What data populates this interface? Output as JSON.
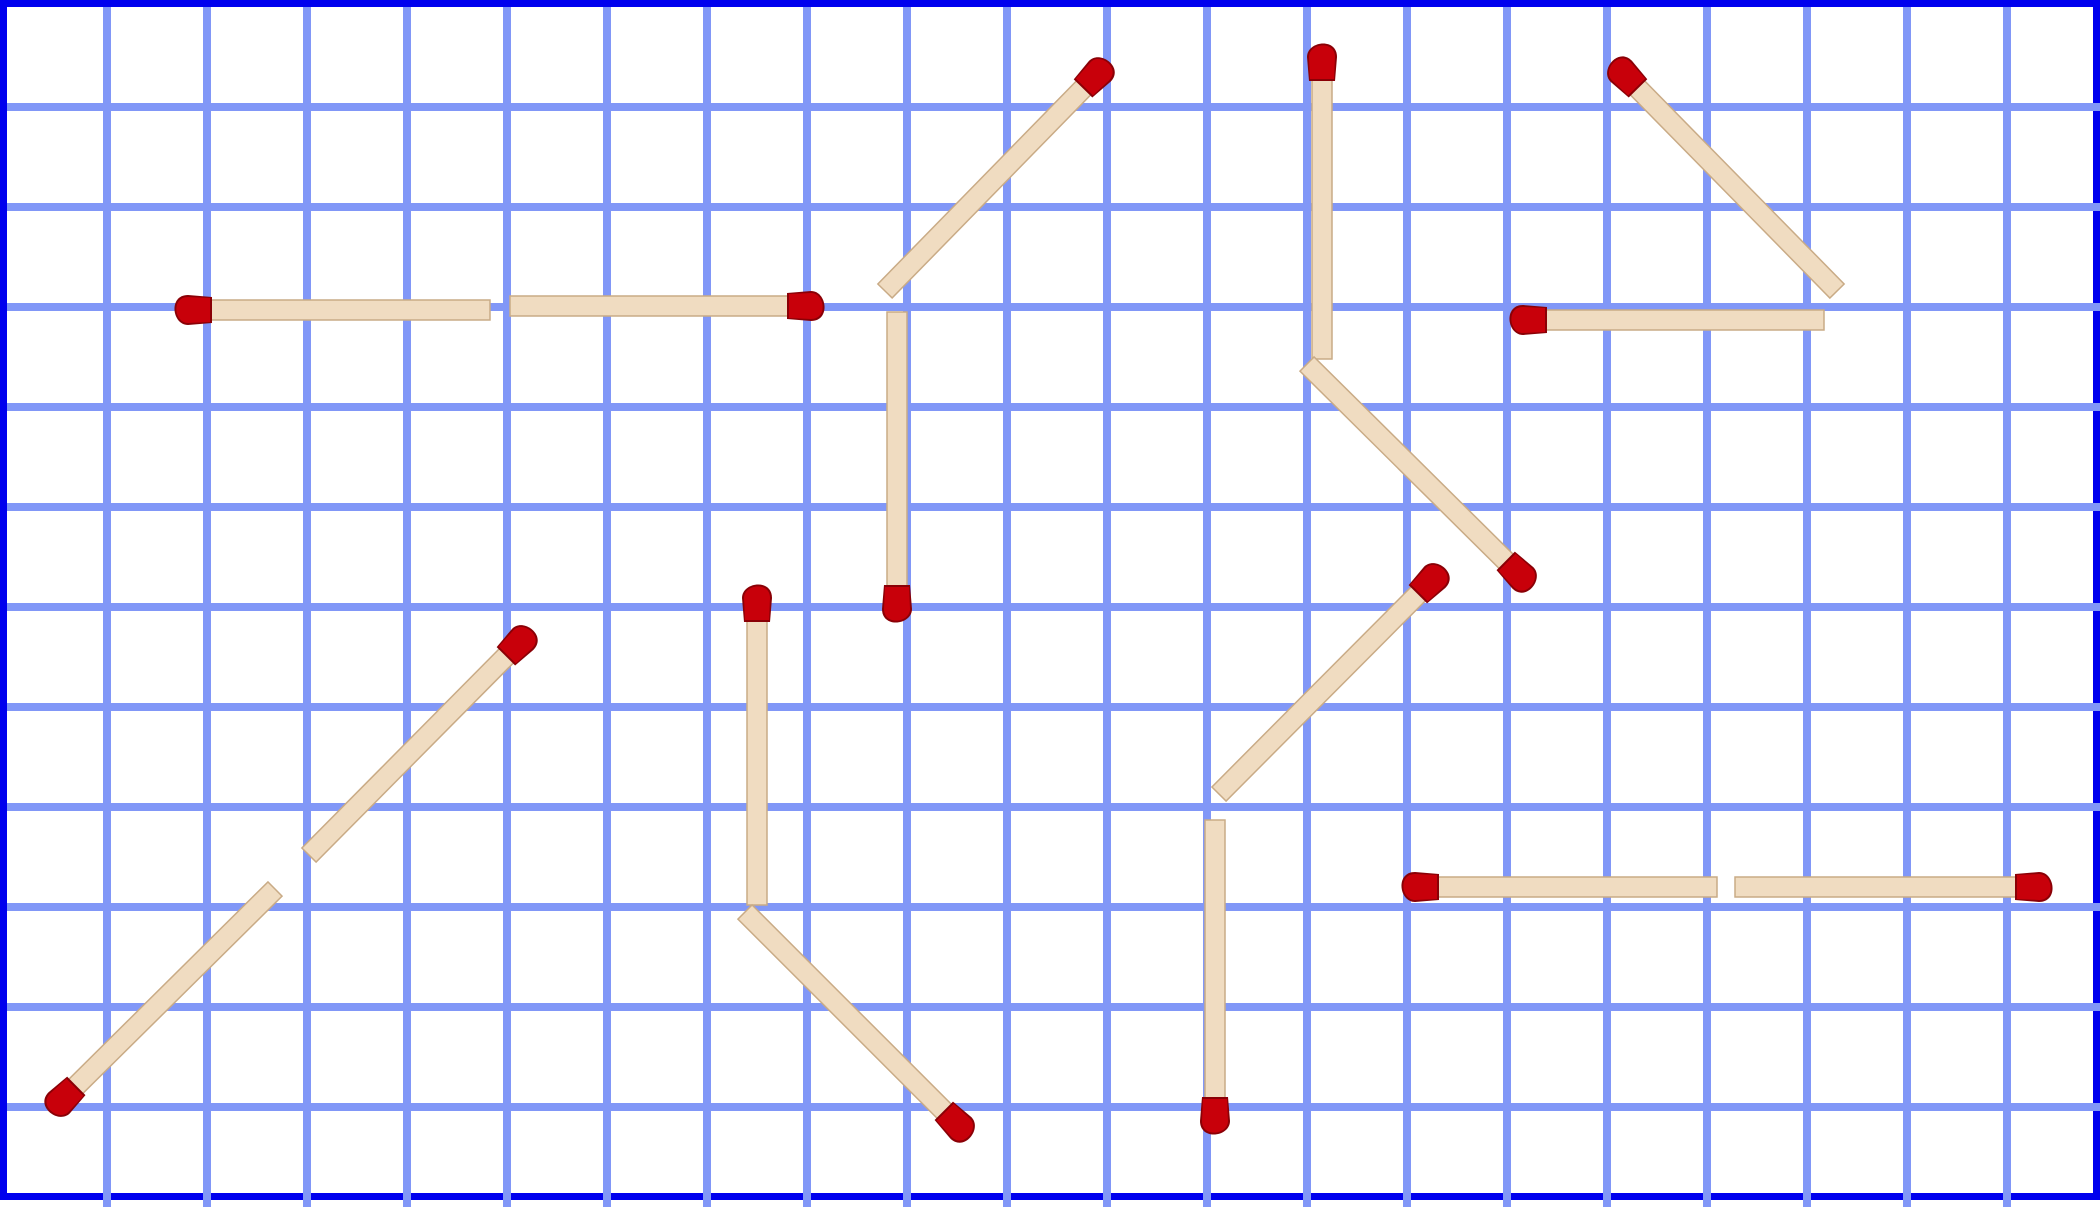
{
  "colors": {
    "frame": "#0000ee",
    "grid_line": "#8197f7",
    "paper": "#ffffff",
    "stick": "#f0dcc1",
    "stick_edge": "#c9ab86",
    "match_head": "#c8000a",
    "match_head_shadow": "#8a0006"
  },
  "grid": {
    "rows": 12,
    "columns": 21
  },
  "icons": {
    "piece": "matchstick-icon"
  },
  "matchsticks": [
    {
      "id": "m1"
    },
    {
      "id": "m2"
    },
    {
      "id": "m3"
    },
    {
      "id": "m4"
    },
    {
      "id": "m5"
    },
    {
      "id": "m6"
    },
    {
      "id": "m7"
    },
    {
      "id": "m8"
    },
    {
      "id": "m9"
    },
    {
      "id": "m10"
    },
    {
      "id": "m11"
    },
    {
      "id": "m12"
    },
    {
      "id": "m13"
    },
    {
      "id": "m14"
    },
    {
      "id": "m15"
    },
    {
      "id": "m16"
    }
  ]
}
